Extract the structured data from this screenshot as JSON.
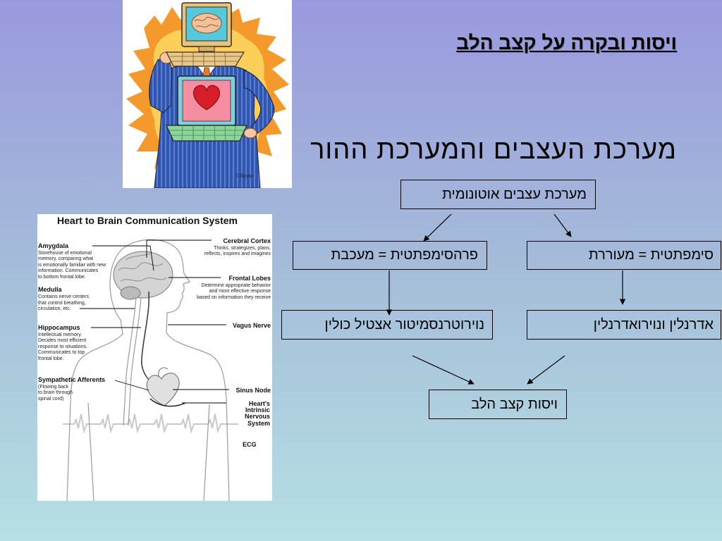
{
  "slide": {
    "title": "ויסות ובקרה על קצב הלב",
    "subtitle": "מערכת העצבים והמערכת ההור",
    "colors": {
      "background_top": "#9a99de",
      "background_middle": "#a5bdd9",
      "background_bottom": "#b6e0e4",
      "text": "#000000",
      "box_border": "#000000"
    }
  },
  "cartoon": {
    "icons": [
      "monitor-head-icon",
      "brain-icon",
      "keyboard-icon",
      "laptop-chest-icon",
      "heart-icon"
    ],
    "signature": "©Boyko"
  },
  "flowchart": {
    "autonomic": "מערכת עצבים אוטונומית",
    "parasympathetic": "פרהסימפתטית = מעכבת",
    "sympathetic": "סימפתטית = מעוררת",
    "acetylcholine": "נוירוטרנסמיטור אצטיל כולין",
    "adrenaline": "אדרנלין ונוירואדרנלין",
    "heart_rate_regulation": "ויסות קצב הלב"
  },
  "anatomy_figure": {
    "title": "Heart to Brain Communication System",
    "left_labels": [
      {
        "heading": "Amygdala",
        "lines": [
          "Storehouse of emotional",
          "memory, comparing what",
          "is emotionally familiar with new",
          "information. Communicates",
          "to bottom frontal lobe."
        ]
      },
      {
        "heading": "Medulla",
        "lines": [
          "Contains nerve centers",
          "that control breathing,",
          "circulation, etc."
        ]
      },
      {
        "heading": "Hippocampus",
        "lines": [
          "Intellectual memory.",
          "Decides most efficient",
          "response to situations.",
          "Communicates to top",
          "frontal lobe."
        ]
      },
      {
        "heading": "Sympathetic Afferents",
        "lines": [
          "(Flowing back",
          "to brain through",
          "spinal cord)"
        ]
      }
    ],
    "right_labels": [
      {
        "heading": "Cerebral Cortex",
        "lines": [
          "Thinks, strategizes, plans,",
          "reflects, inspires and imagines"
        ]
      },
      {
        "heading": "Frontal Lobes",
        "lines": [
          "Determine appropriate behavior",
          "and most effective response",
          "based on information they receive"
        ]
      },
      {
        "heading": "Vagus Nerve"
      },
      {
        "heading": "Sinus Node"
      }
    ],
    "heart_system_label": [
      "Heart's",
      "Intrinsic",
      "Nervous",
      "System"
    ],
    "ecg_label": "ECG"
  }
}
